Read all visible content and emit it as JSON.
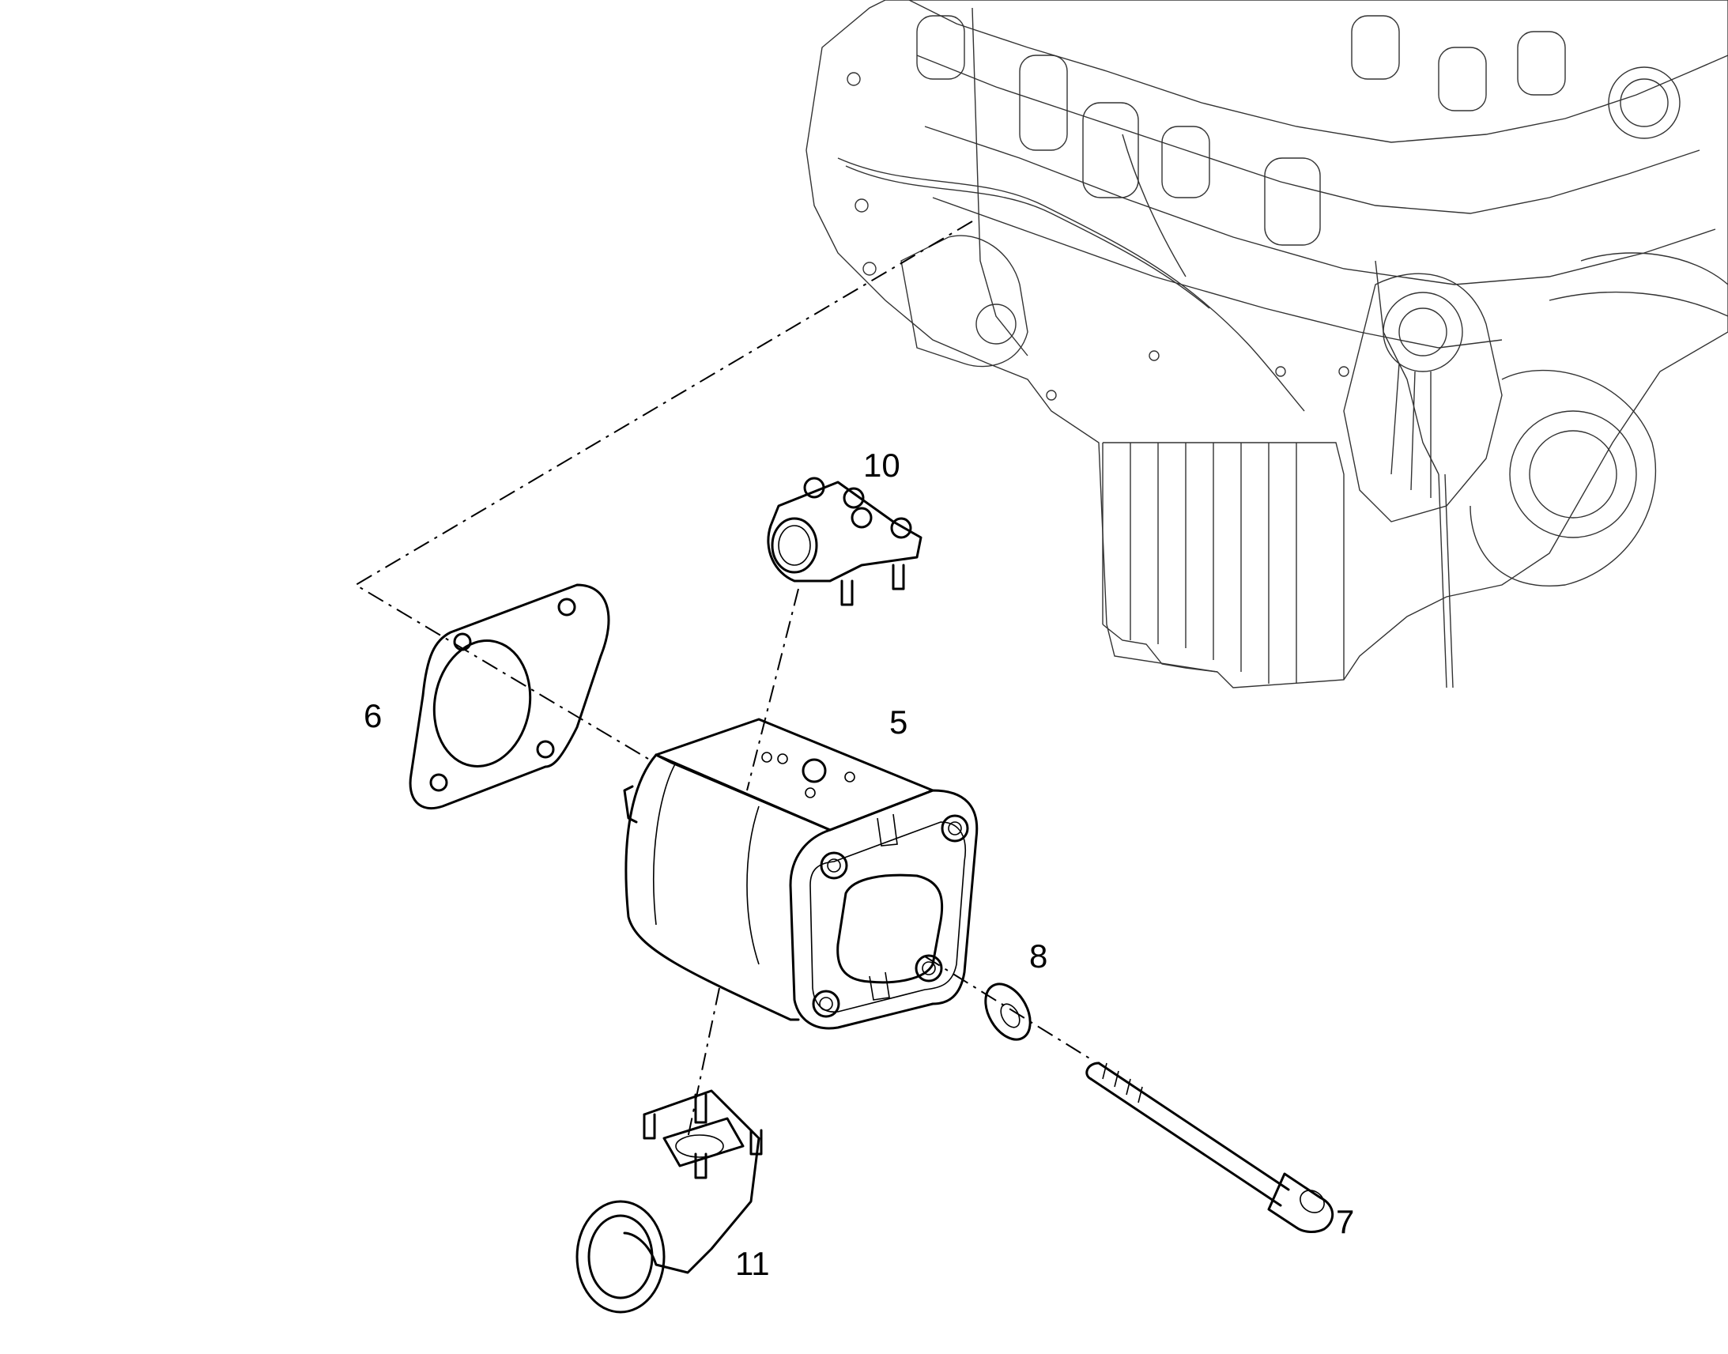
{
  "diagram": {
    "callouts": [
      {
        "id": "c10",
        "label": "10"
      },
      {
        "id": "c6",
        "label": "6"
      },
      {
        "id": "c5",
        "label": "5"
      },
      {
        "id": "c8",
        "label": "8"
      },
      {
        "id": "c7",
        "label": "7"
      },
      {
        "id": "c11",
        "label": "11"
      }
    ],
    "colors": {
      "line": "#000000",
      "background": "#ffffff"
    }
  }
}
